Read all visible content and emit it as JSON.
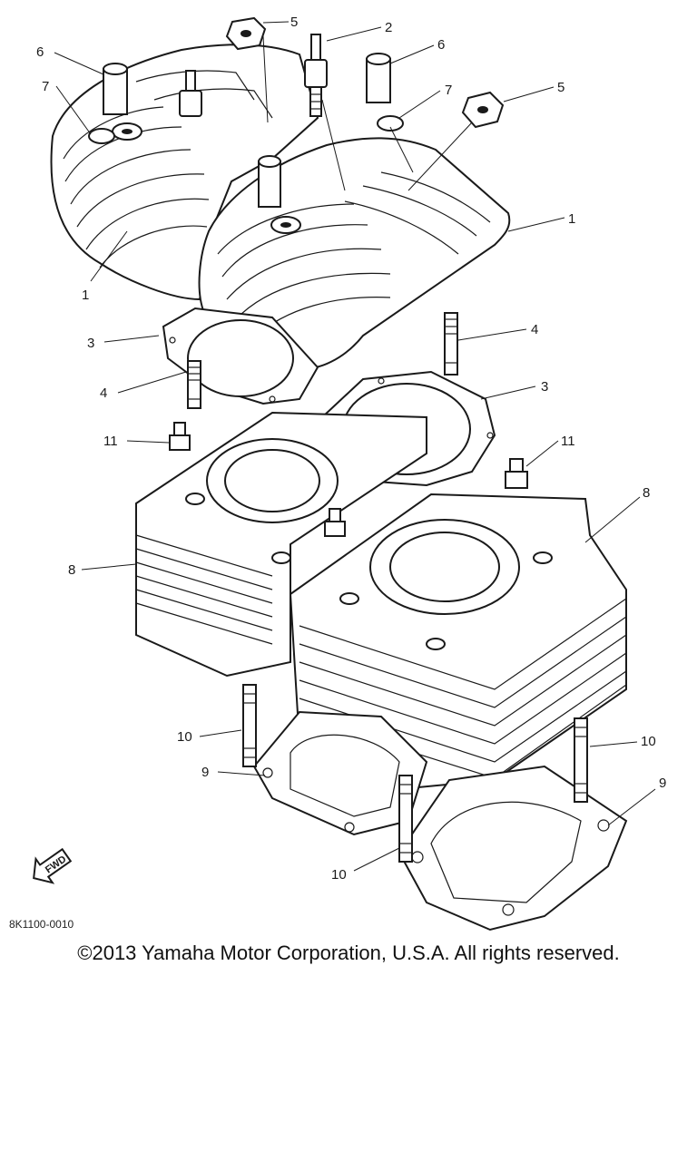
{
  "diagram": {
    "callouts": {
      "c1a": "1",
      "c1b": "1",
      "c2": "2",
      "c3a": "3",
      "c3b": "3",
      "c4a": "4",
      "c4b": "4",
      "c5a": "5",
      "c5b": "5",
      "c6a": "6",
      "c6b": "6",
      "c7a": "7",
      "c7b": "7",
      "c8a": "8",
      "c8b": "8",
      "c9a": "9",
      "c9b": "9",
      "c10a": "10",
      "c10b": "10",
      "c10c": "10",
      "c11a": "11",
      "c11b": "11"
    },
    "fwd_label": "FWD",
    "drawing_code": "8K1100-0010"
  },
  "footer": {
    "copyright": "©2013 Yamaha Motor Corporation, U.S.A. All rights reserved."
  }
}
